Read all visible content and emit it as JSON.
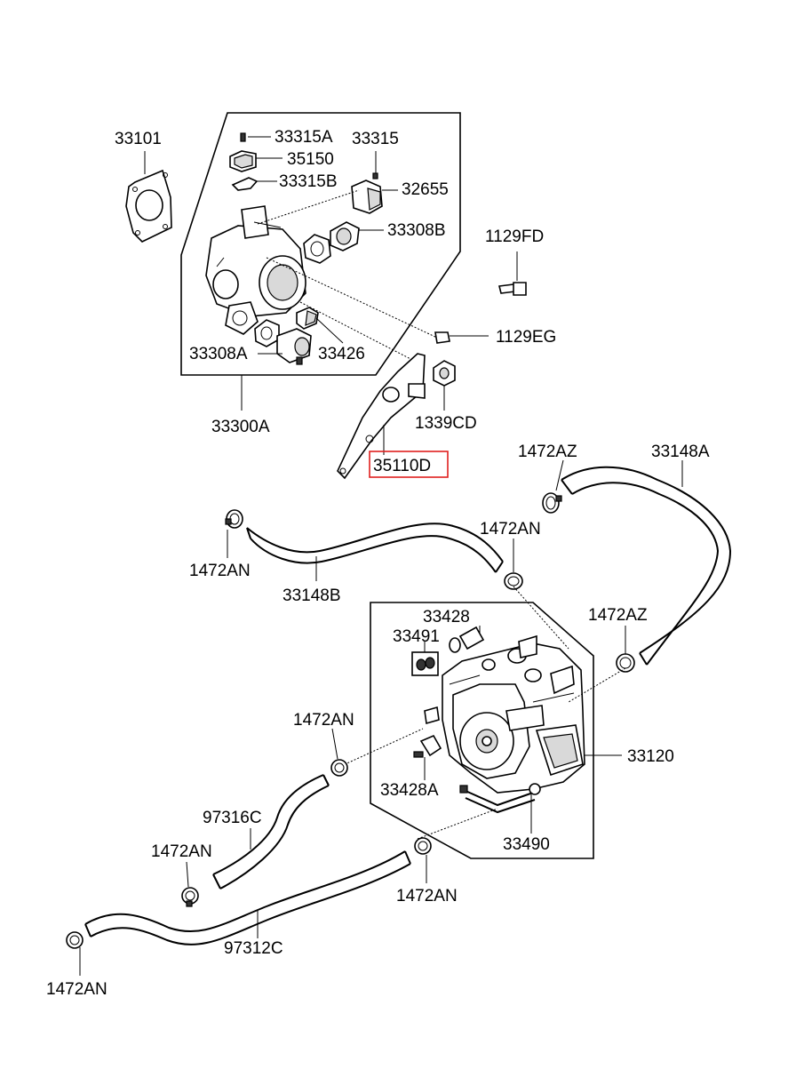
{
  "labels": {
    "p33101": "33101",
    "p33315A": "33315A",
    "p33315": "33315",
    "p35150": "35150",
    "p33315B": "33315B",
    "p32655": "32655",
    "p33308B": "33308B",
    "p1129FD": "1129FD",
    "p1129EG": "1129EG",
    "p33308A": "33308A",
    "p33426": "33426",
    "p1339CD": "1339CD",
    "p33300A": "33300A",
    "p35110D": "35110D",
    "p1472AZ_top": "1472AZ",
    "p33148A": "33148A",
    "p1472AN_a": "1472AN",
    "p33148B": "33148B",
    "p1472AN_b": "1472AN",
    "p1472AZ_mid": "1472AZ",
    "p33428": "33428",
    "p33491": "33491",
    "p1472AN_c": "1472AN",
    "p33120": "33120",
    "p33428A": "33428A",
    "p97316C": "97316C",
    "p33490": "33490",
    "p1472AN_d": "1472AN",
    "p1472AN_e": "1472AN",
    "p97312C": "97312C",
    "p1472AN_f": "1472AN"
  },
  "highlight": {
    "part": "35110D",
    "color": "#e0201e"
  },
  "colors": {
    "line": "#000000",
    "background": "#ffffff",
    "shading": "#d9d9d9"
  }
}
